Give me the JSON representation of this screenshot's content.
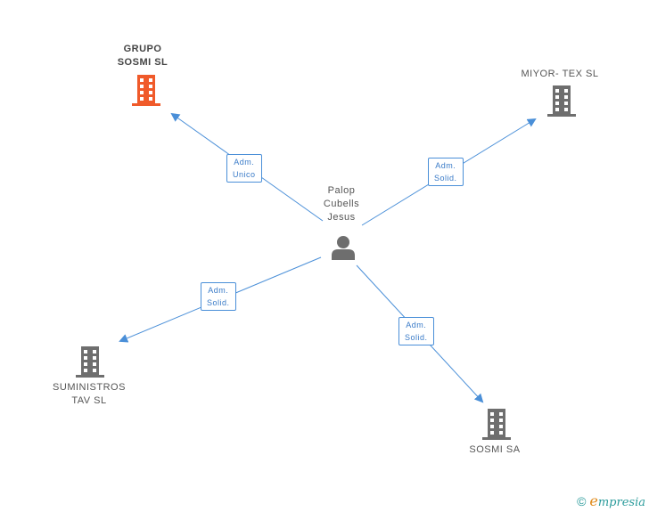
{
  "center_person": {
    "name": "Palop\nCubells\nJesus"
  },
  "companies": {
    "grupo": {
      "name": "GRUPO\nSOSMI SL"
    },
    "miyor": {
      "name": "MIYOR- TEX SL"
    },
    "suministros": {
      "name": "SUMINISTROS\nTAV SL"
    },
    "sosmi": {
      "name": "SOSMI SA"
    }
  },
  "relations": {
    "grupo": "Adm.\nUnico",
    "miyor": "Adm.\nSolid.",
    "suministros": "Adm.\nSolid.",
    "sosmi": "Adm.\nSolid."
  },
  "brand": {
    "copyright": "©",
    "name_e": "e",
    "name_rest": "mpresia"
  },
  "colors": {
    "line": "#4a8fd8",
    "building": "#6e6e6e",
    "building_highlight": "#f05a2a",
    "person": "#6e6e6e"
  },
  "icons": {
    "person": "person-icon",
    "building": "building-icon"
  }
}
